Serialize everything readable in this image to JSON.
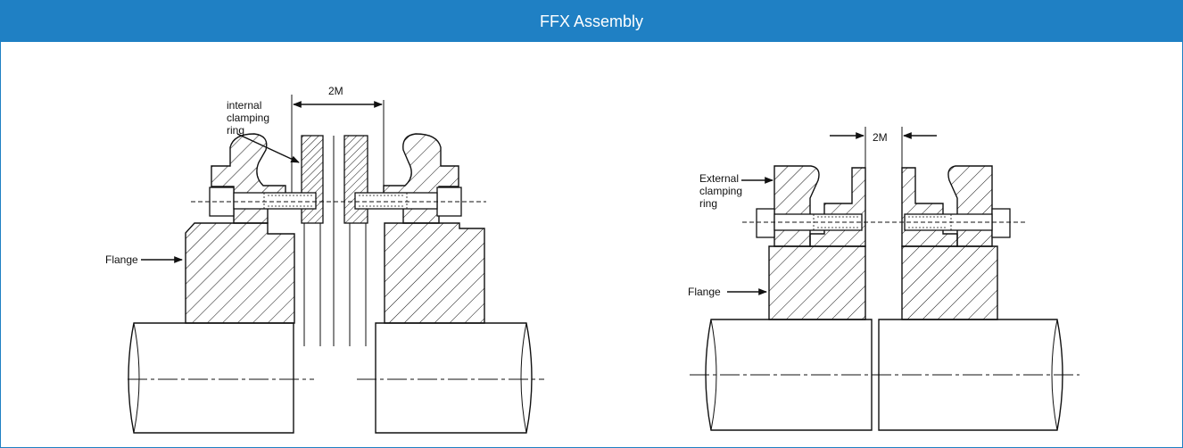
{
  "header": {
    "title": "FFX Assembly"
  },
  "colors": {
    "header_bg": "#1f80c4",
    "header_text": "#ffffff",
    "line": "#111111"
  },
  "left_view": {
    "labels": {
      "clamp_ring": "internal\nclamping\nring",
      "dimension": "2M",
      "flange": "Flange"
    }
  },
  "right_view": {
    "labels": {
      "clamp_ring": "External\nclamping\nring",
      "dimension": "2M",
      "flange": "Flange"
    }
  }
}
